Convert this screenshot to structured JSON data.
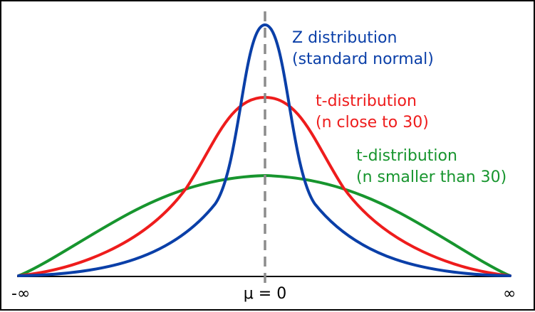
{
  "colors": {
    "z": "#0a3fa8",
    "t_close": "#ee1c1c",
    "t_small": "#17952e",
    "axis": "#000000",
    "mean_line": "#8c8c8c"
  },
  "curves": [
    {
      "id": "z",
      "labels": [
        "Z distribution",
        "(standard normal)"
      ],
      "relative_peak_height": 1.0
    },
    {
      "id": "t_close",
      "labels": [
        "t-distribution",
        "(n close to 30)"
      ],
      "relative_peak_height": 0.71
    },
    {
      "id": "t_small",
      "labels": [
        "t-distribution",
        "(n smaller than 30)"
      ],
      "relative_peak_height": 0.4
    }
  ],
  "axis": {
    "left_label": "-∞",
    "center_label": "μ = 0",
    "right_label": "∞"
  }
}
